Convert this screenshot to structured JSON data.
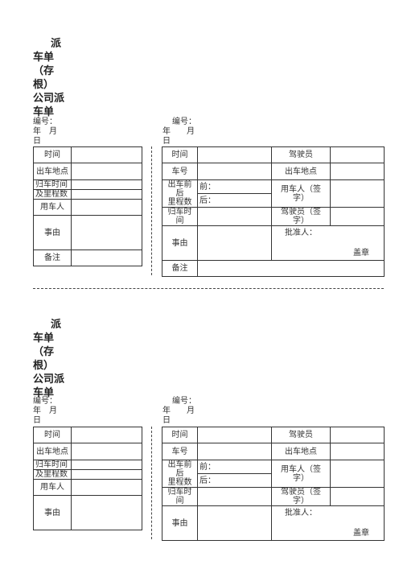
{
  "stub": {
    "title_lines": [
      "派",
      "车单",
      "（存",
      "根）",
      "公司派",
      "车单"
    ],
    "number_label": "编号：",
    "date_line1": "年　月",
    "date_line2": "日",
    "rows": {
      "time": "时间",
      "depart_place": "出车地点",
      "return_time": "归车时间",
      "mileage": "及里程数",
      "user": "用车人",
      "matter": "事由",
      "remark": "备注"
    }
  },
  "form": {
    "number_label": "编号：",
    "date_line1": "年　　月",
    "date_line2": "日",
    "rows": {
      "time": "时间",
      "driver": "驾驶员",
      "plate": "车号",
      "depart_place": "出车地点",
      "mileage_a": "出车前后",
      "mileage_b": "里程数",
      "before": "前：",
      "after": "后：",
      "user_sign_a": "用车人（签",
      "user_sign_b": "字）",
      "return_time": "归车时间",
      "driver_sign_a": "驾驶员（签",
      "driver_sign_b": "字）",
      "matter": "事由",
      "approver": "批准人：",
      "seal": "盖章",
      "remark": "备注"
    }
  }
}
